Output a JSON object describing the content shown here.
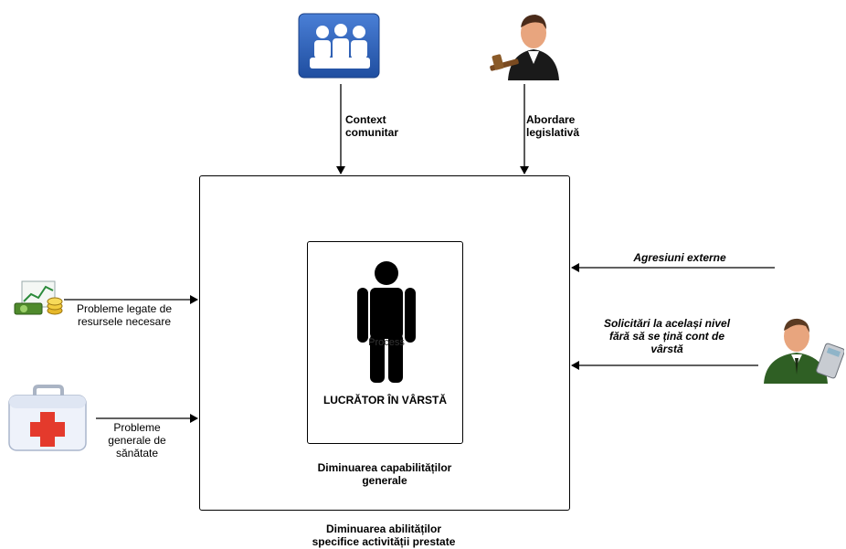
{
  "inputs_top": {
    "context": {
      "line1": "Context",
      "line2": "comunitar",
      "icon": "community-people-icon"
    },
    "legislative": {
      "line1": "Abordare",
      "line2": "legislativă",
      "icon": "judge-gavel-icon"
    }
  },
  "inputs_left": {
    "resources": {
      "line1": "Probleme legate de",
      "line2": "resursele necesare",
      "icon": "money-chart-icon"
    },
    "health": {
      "line1": "Probleme",
      "line2": "generale de",
      "line3": "sănătate",
      "icon": "first-aid-kit-icon"
    }
  },
  "inputs_right": {
    "aggression": {
      "text": "Agresiuni externe"
    },
    "demands": {
      "line1": "Solicitări la același nivel",
      "line2": "fără să se țină cont de",
      "line3": "vârstă",
      "icon": "businessman-calculator-icon"
    }
  },
  "center": {
    "person_icon": "person-silhouette-icon",
    "process_text": "Process",
    "worker_label": "LUCRĂTOR ÎN VÂRSTĂ",
    "inner_output_line1": "Diminuarea capabilităților",
    "inner_output_line2": "generale"
  },
  "output_bottom": {
    "line1": "Diminuarea abilităților",
    "line2": "specifice activității prestate"
  },
  "colors": {
    "community_blue": "#2f5fb8",
    "health_red": "#e43a2c",
    "money_green": "#4f8a2c",
    "line": "#000000"
  }
}
